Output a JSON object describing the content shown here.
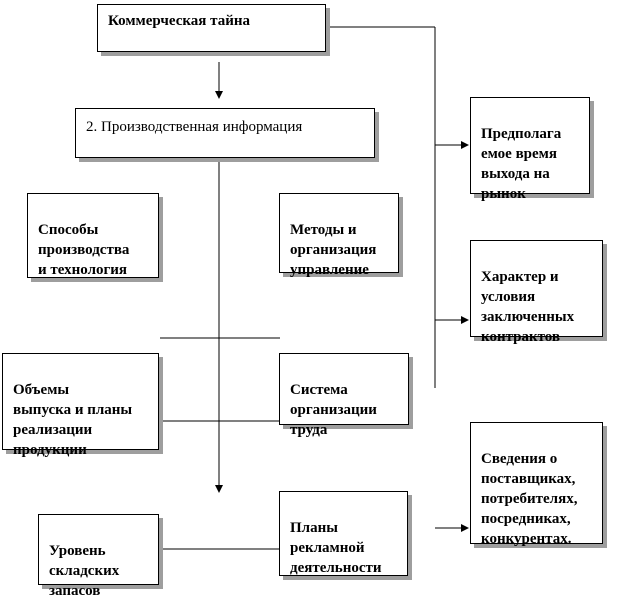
{
  "title": "Коммерческая тайна",
  "production_info": "2. Производственная информация",
  "methods_production": "Способы\nпроизводства\nи технология",
  "methods_management": "Методы и\nорганизация\nуправление",
  "volumes_plans": "Объемы\nвыпуска и планы\nреализации\nпродукции",
  "labor_system": "Система\nорганизации\nтруда",
  "stock_level": "Уровень\nскладских\nзапасов",
  "advertising_plans": "Планы\nрекламной\nдеятельности",
  "market_time": "Предполага\nемое время\nвыхода на\nрынок",
  "contracts": "Характер и\nусловия\nзаключенных\nконтрактов",
  "suppliers_info": "Сведения о\nпоставщиках,\nпотребителях,\nпосредниках,\nконкурентах."
}
